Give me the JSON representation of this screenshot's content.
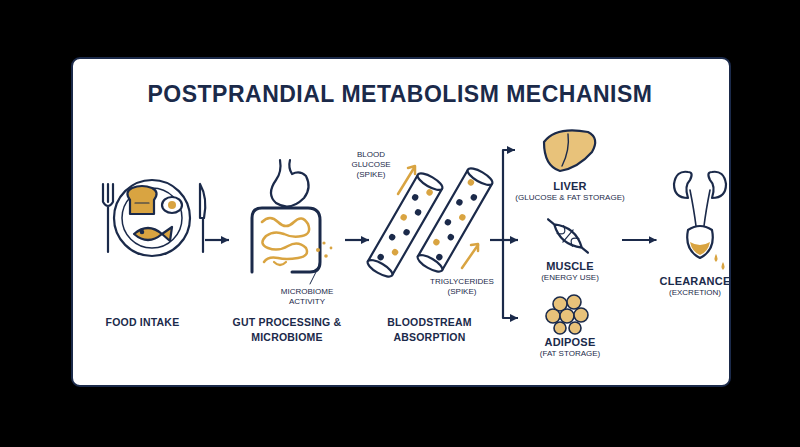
{
  "diagram": {
    "title": "POSTPRANDIAL METABOLISM MECHANISM",
    "nodes": [
      {
        "text": [
          "FOOD INTAKE"
        ]
      },
      {
        "text": [
          "GUT PROCESSING & MICROBIOME"
        ]
      },
      {
        "text": [
          "BLOODSTREAM ABSORPTION"
        ]
      },
      {
        "text": [
          "LIVER",
          "(GLUCOSE & FAT STORAGE)"
        ]
      },
      {
        "text": [
          "MUSCLE",
          "(ENERGY USE)"
        ]
      },
      {
        "text": [
          "ADIPOSE",
          "(FAT STORAGE)"
        ]
      },
      {
        "text": [
          "CLEARANCE",
          "(EXCRETION)"
        ]
      }
    ],
    "edges": [
      {
        "from": 0,
        "to": 1,
        "arrow": "to"
      },
      {
        "from": 1,
        "to": 2,
        "arrow": "to"
      },
      {
        "from": 2,
        "to": 3,
        "arrow": "to"
      },
      {
        "from": 2,
        "to": 4,
        "arrow": "to"
      },
      {
        "from": 2,
        "to": 5,
        "arrow": "to"
      },
      {
        "from": 4,
        "to": 6,
        "arrow": "to"
      }
    ],
    "labels": [
      "BLOOD GLUCOSE (SPIKE)",
      "MICROBIOME ACTIVITY",
      "TRIGLYCERIDES (SPIKE)"
    ]
  }
}
